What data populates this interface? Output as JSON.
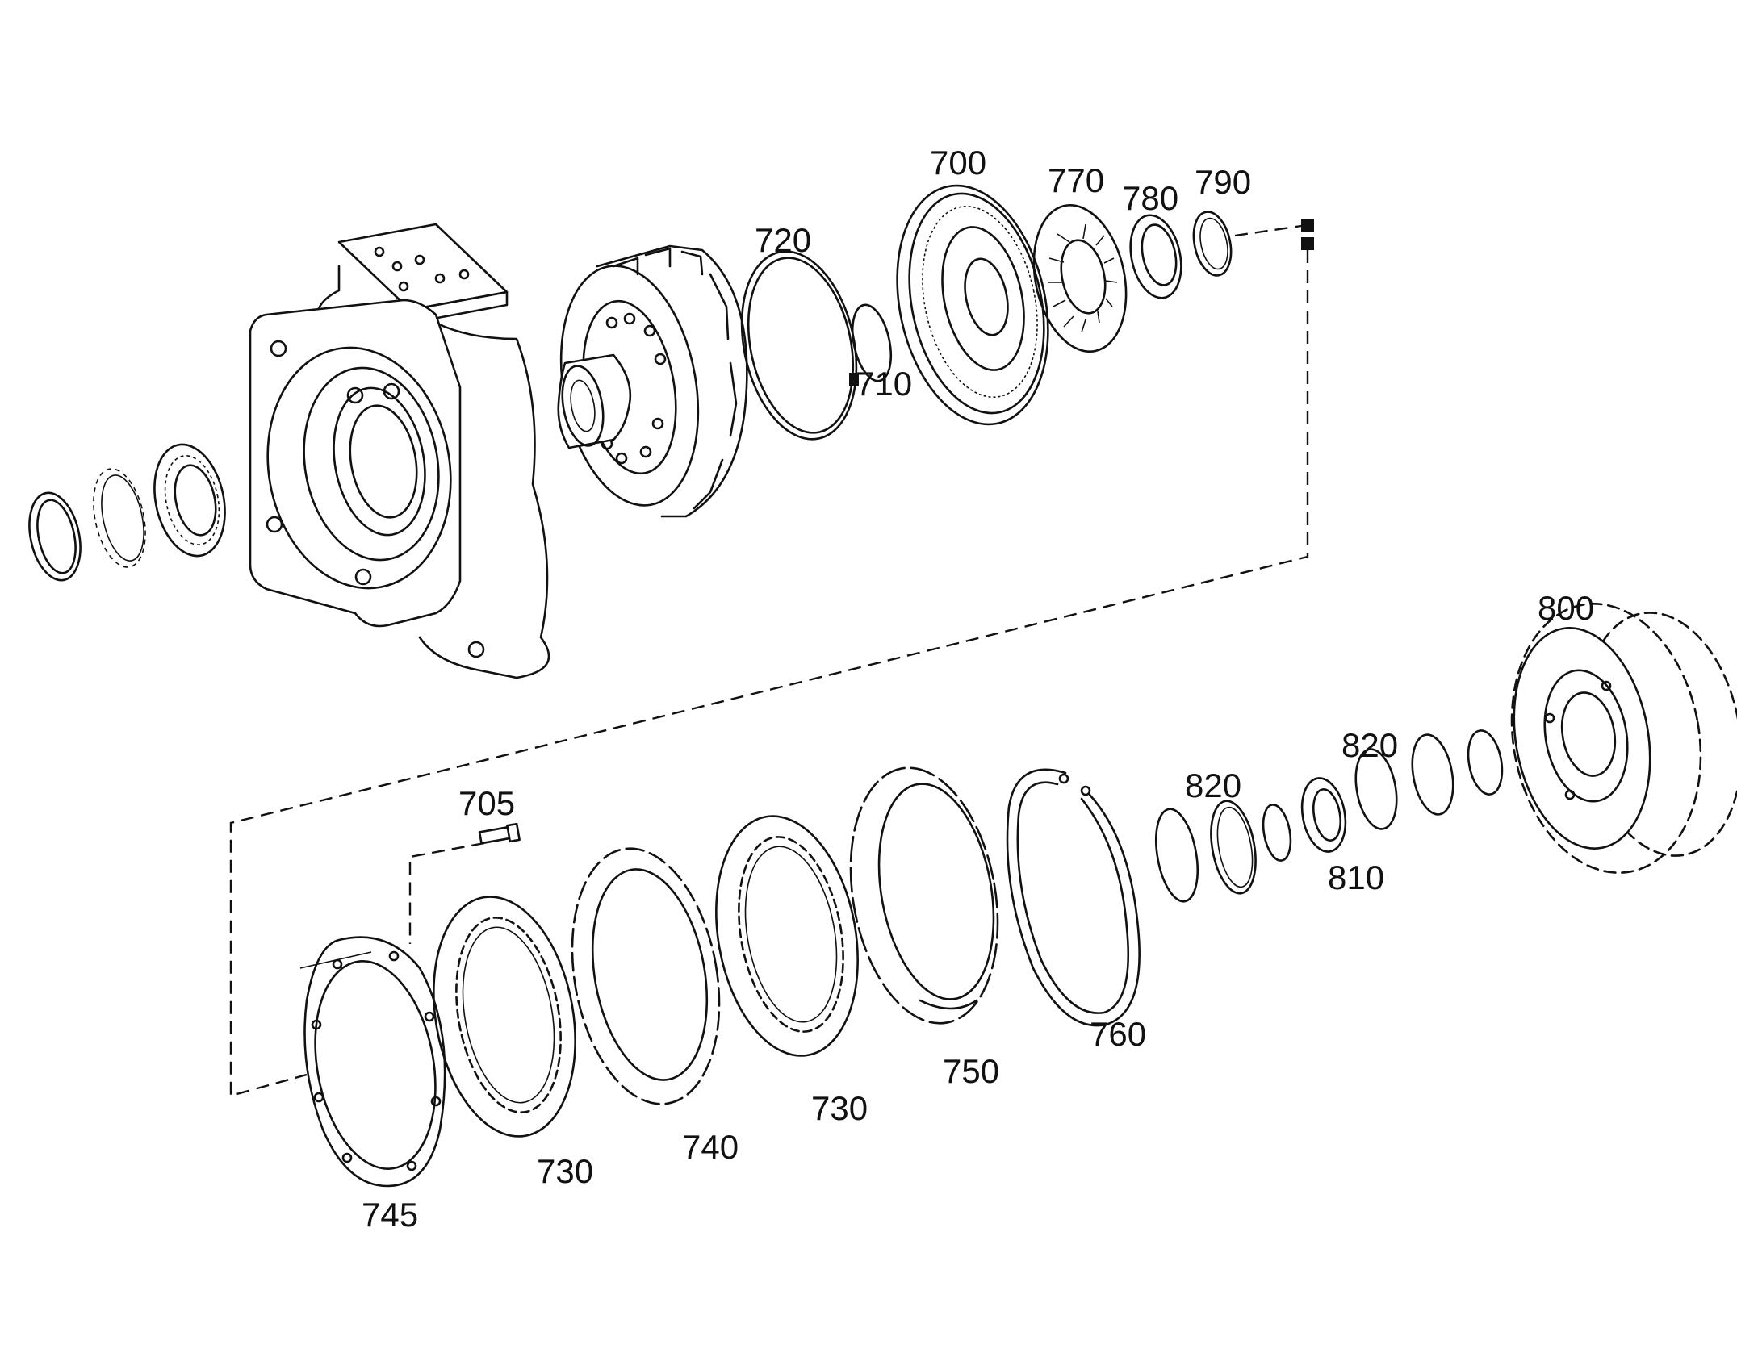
{
  "diagram": {
    "labels": {
      "p700": "700",
      "p705": "705",
      "p710": "710",
      "p720": "720",
      "p730a": "730",
      "p730b": "730",
      "p740": "740",
      "p745": "745",
      "p750": "750",
      "p760": "760",
      "p770": "770",
      "p780": "780",
      "p790": "790",
      "p800": "800",
      "p810": "810",
      "p820a": "820",
      "p820b": "820"
    }
  }
}
